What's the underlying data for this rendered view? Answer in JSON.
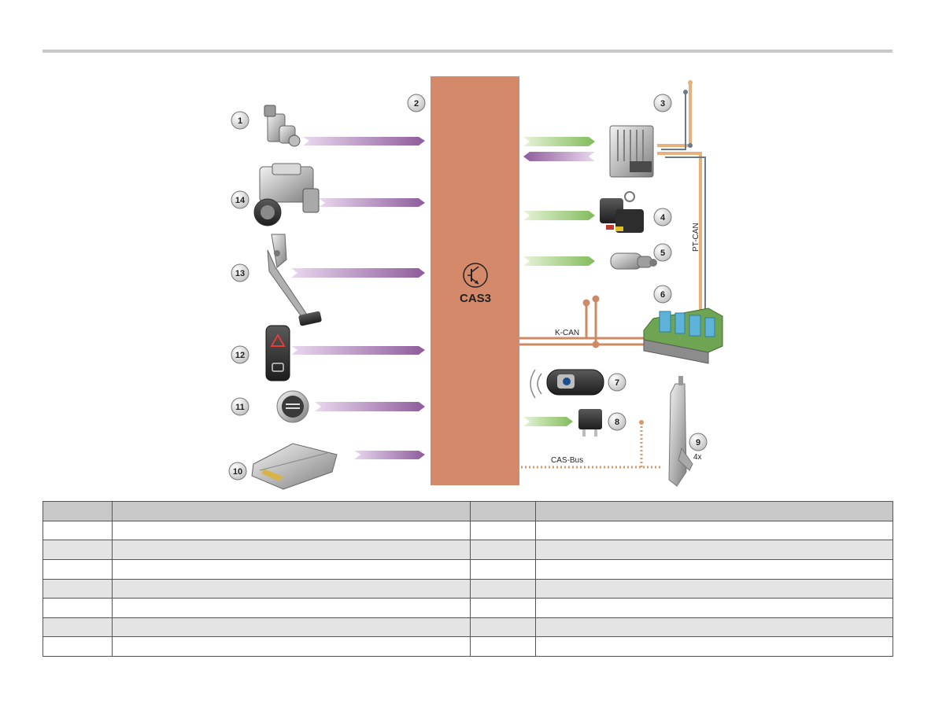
{
  "diagram": {
    "module_label": "CAS3",
    "bus_labels": {
      "pt_can": "PT-CAN",
      "k_can": "K-CAN",
      "cas_bus": "CAS-Bus"
    },
    "multiplier": "4x",
    "callouts": [
      "1",
      "2",
      "3",
      "4",
      "5",
      "6",
      "7",
      "8",
      "9",
      "10",
      "11",
      "12",
      "13",
      "14"
    ],
    "colors": {
      "module": "#d4896a",
      "input_arrow": "#9b6aa8",
      "output_arrow": "#8fc46a",
      "pt_can": "#e8b07a",
      "k_can": "#cc8a65",
      "cas_bus": "#d69a6a",
      "ecu_green": "#6fa552",
      "ecu_blue": "#5fb3d9"
    },
    "icons": [
      "sensor-icon",
      "dsc-unit-icon",
      "pedal-icon",
      "hazard-switch-icon",
      "start-stop-button-icon",
      "control-unit-box-icon",
      "engine-ecu-icon",
      "steering-lock-icon",
      "starter-motor-icon",
      "junction-box-icon",
      "key-fob-icon",
      "relay-icon",
      "door-handle-icon",
      "transistor-icon"
    ]
  },
  "legend": {
    "headers": [
      "",
      "",
      "",
      ""
    ],
    "rows": [
      [
        "",
        "",
        "",
        ""
      ],
      [
        "",
        "",
        "",
        ""
      ],
      [
        "",
        "",
        "",
        ""
      ],
      [
        "",
        "",
        "",
        ""
      ],
      [
        "",
        "",
        "",
        ""
      ],
      [
        "",
        "",
        "",
        ""
      ],
      [
        "",
        "",
        "",
        ""
      ]
    ]
  }
}
